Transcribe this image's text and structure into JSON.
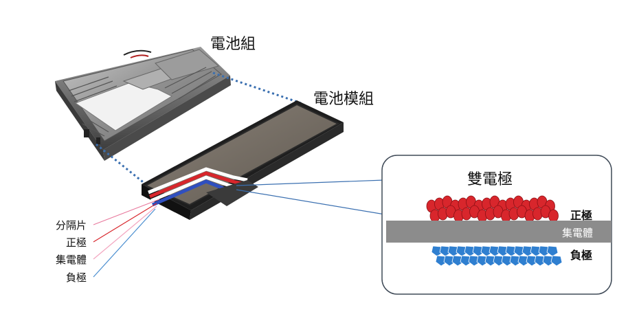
{
  "labels": {
    "battery_pack": "電池組",
    "battery_module": "電池模組",
    "bipolar_electrode": "雙電極"
  },
  "legend": {
    "separator": "分隔片",
    "positive": "正極",
    "current_collector": "集電體",
    "negative": "負極"
  },
  "detail": {
    "positive": "正極",
    "current_collector": "集電體",
    "negative": "負極"
  },
  "colors": {
    "separator": "#e8799d",
    "positive": "#d8262c",
    "current_collector": "#8c8c8c",
    "negative": "#2f7fd0",
    "dotted_link": "#3a6fb0"
  }
}
